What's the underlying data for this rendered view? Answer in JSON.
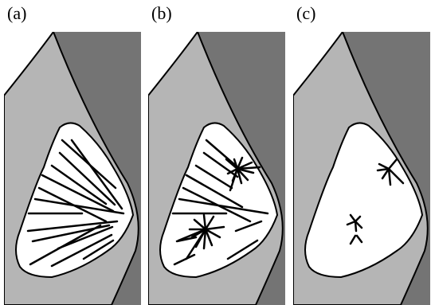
{
  "panels": [
    {
      "label": "(a)"
    },
    {
      "label": "(b)"
    },
    {
      "label": "(c)"
    }
  ],
  "colors": {
    "background_dark": "#747474",
    "breast_tissue": "#b5b5b5",
    "gland_region": "#ffffff",
    "outline": "#000000"
  }
}
